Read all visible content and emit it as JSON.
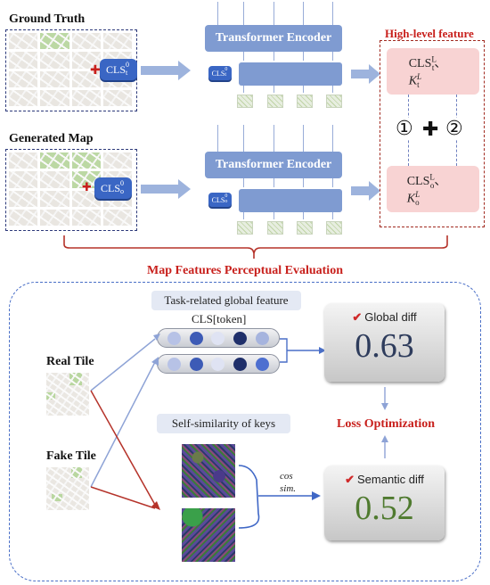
{
  "top": {
    "ground_truth_label": "Ground Truth",
    "generated_map_label": "Generated Map",
    "cls_t_input": "CLS",
    "cls_t_sup": "0",
    "cls_t_sub": "t",
    "cls_o_input": "CLS",
    "cls_o_sup": "0",
    "cls_o_sub": "o",
    "transformer_encoder_label": "Transformer Encoder",
    "high_level_feature_title": "High-level feature",
    "feat_t": "CLS",
    "feat_t_sup": "L",
    "feat_t_sub": "t",
    "feat_t_sep": "、",
    "feat_t_k": "K",
    "feat_t_k_sup": "L",
    "feat_t_k_sub": "t",
    "feat_o": "CLS",
    "feat_o_sup": "L",
    "feat_o_sub": "o",
    "feat_o_sep": "、",
    "feat_o_k": "K",
    "feat_o_k_sup": "L",
    "feat_o_k_sub": "o",
    "circle_one": "①",
    "plus": "✚",
    "circle_two": "②"
  },
  "bottom": {
    "section_title": "Map Features Perceptual Evaluation",
    "task_related_label": "Task-related global feature",
    "cls_token_label": "CLS[token]",
    "real_tile_label": "Real Tile",
    "fake_tile_label": "Fake Tile",
    "self_similarity_label": "Self-similarity of keys",
    "cos_label": "cos",
    "sim_label": "sim.",
    "global_diff_label": "Global diff",
    "global_diff_value": "0.63",
    "loss_optimization_label": "Loss Optimization",
    "semantic_diff_label": "Semantic diff",
    "semantic_diff_value": "0.52"
  },
  "colors": {
    "accent_red": "#c8201c",
    "encoder_blue": "#7f9bd1",
    "cls_blue": "#3a66c4",
    "feature_pink": "#f8d3d3",
    "global_value": "#2e3c5c",
    "semantic_value": "#4f7a2f",
    "token_row_1": [
      "#b7c2e6",
      "#3d5bb6",
      "#dfe3f3",
      "#1f2f6a",
      "#a6b4de"
    ],
    "token_row_2": [
      "#b7c2e6",
      "#3d5bb6",
      "#dfe3f3",
      "#1f2f6a",
      "#4d6fd0"
    ]
  },
  "icons": {
    "plus_small": "plus-icon",
    "check": "check-icon"
  }
}
